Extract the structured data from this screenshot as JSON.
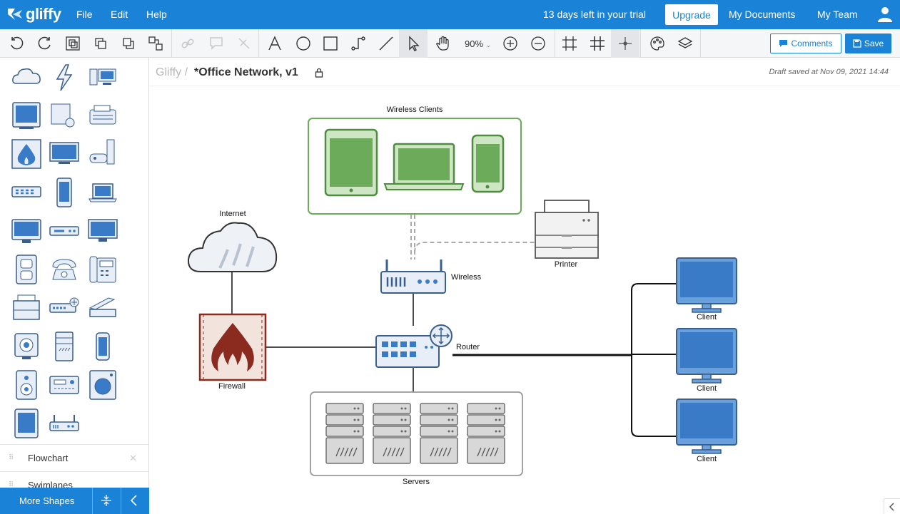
{
  "app": {
    "logo_text": "gliffy"
  },
  "menu": [
    "File",
    "Edit",
    "Help"
  ],
  "header": {
    "trial_text": "13 days left in your trial",
    "upgrade_label": "Upgrade",
    "my_documents_label": "My Documents",
    "my_team_label": "My Team"
  },
  "toolbar": {
    "zoom_level": "90%",
    "comments_label": "Comments",
    "save_label": "Save"
  },
  "document": {
    "breadcrumb_root": "Gliffy",
    "breadcrumb_sep": "/",
    "title": "*Office Network, v1",
    "draft_status": "Draft saved at Nov 09, 2021 14:44"
  },
  "sidebar": {
    "sections": [
      "Flowchart",
      "Swimlanes"
    ],
    "more_shapes_label": "More Shapes"
  },
  "diagram": {
    "wireless_clients_label": "Wireless Clients",
    "internet_label": "Internet",
    "printer_label": "Printer",
    "wireless_label": "Wireless",
    "firewall_label": "Firewall",
    "router_label": "Router",
    "servers_label": "Servers",
    "client_label": "Client"
  },
  "colors": {
    "brand": "#1a82d7",
    "device_blue": "#3a7bc8",
    "wireless_green": "#6bab5a",
    "firewall_red": "#8b2a1f"
  }
}
